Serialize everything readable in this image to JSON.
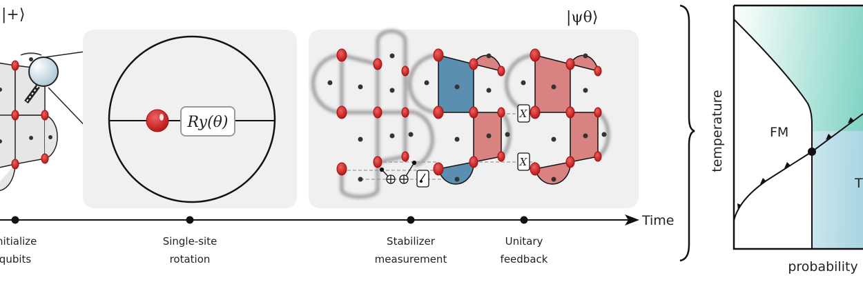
{
  "states": {
    "initial": "|+⟩",
    "final": "|ψθ⟩"
  },
  "gates": {
    "rotation": "Ry(θ)",
    "feedback_top": "X",
    "feedback_bottom": "X"
  },
  "timeline": {
    "axis_label": "Time",
    "steps": [
      {
        "line1": "Initialize",
        "line2": "qubits"
      },
      {
        "line1": "Single-site",
        "line2": "rotation"
      },
      {
        "line1": "Stabilizer",
        "line2": "measurement"
      },
      {
        "line1": "Unitary",
        "line2": "feedback"
      }
    ]
  },
  "phase_diagram": {
    "xlabel": "probability",
    "ylabel": "temperature",
    "regions": [
      "FM",
      "T"
    ]
  },
  "colors": {
    "qubit": "#d42a2a",
    "blue_plaquette": "#5b8fb0",
    "red_plaquette": "#d98282",
    "panel": "#f0f0f0",
    "teal": "#7fd3c3",
    "light_blue": "#a9d3e3"
  }
}
